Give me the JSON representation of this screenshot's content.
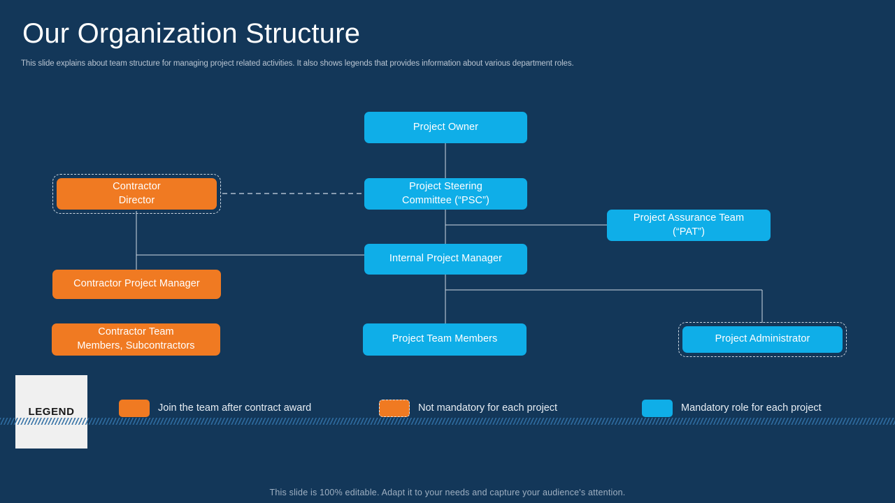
{
  "header": {
    "title": "Our Organization Structure",
    "subtitle": "This slide explains about team structure for managing project related activities. It also shows legends that provides information about various department roles."
  },
  "chart": {
    "nodes": [
      {
        "id": "project-owner",
        "label": "Project Owner",
        "color": "#0FAEE8",
        "style": "solid",
        "type": "blue"
      },
      {
        "id": "project-steering-committee",
        "label": "Project Steering\nCommittee (“PSC”)",
        "color": "#0FAEE8",
        "style": "solid",
        "type": "blue"
      },
      {
        "id": "contractor-director",
        "label": "Contractor\nDirector",
        "color": "#F07A22",
        "style": "dashed",
        "type": "orange"
      },
      {
        "id": "project-assurance-team",
        "label": "Project Assurance Team\n(“PAT”)",
        "color": "#0FAEE8",
        "style": "solid",
        "type": "blue"
      },
      {
        "id": "internal-project-manager",
        "label": "Internal  Project Manager",
        "color": "#0FAEE8",
        "style": "solid",
        "type": "blue"
      },
      {
        "id": "contractor-project-manager",
        "label": "Contractor Project Manager",
        "color": "#F07A22",
        "style": "solid",
        "type": "orange"
      },
      {
        "id": "contractor-team-members",
        "label": "Contractor Team\nMembers, Subcontractors",
        "color": "#F07A22",
        "style": "solid",
        "type": "orange"
      },
      {
        "id": "project-team-members",
        "label": "Project Team Members",
        "color": "#0FAEE8",
        "style": "solid",
        "type": "blue"
      },
      {
        "id": "project-administrator",
        "label": "Project Administrator",
        "color": "#0FAEE8",
        "style": "dashed",
        "type": "blue"
      }
    ]
  },
  "legend": {
    "box_label": "LEGEND",
    "items": [
      {
        "swatch": "orange",
        "label": "Join the team after contract award"
      },
      {
        "swatch": "orange-dashed",
        "label": "Not mandatory for each project"
      },
      {
        "swatch": "blue",
        "label": "Mandatory role for each project"
      }
    ]
  },
  "footer": {
    "note": "This slide is 100% editable. Adapt it to your needs and capture your audience's attention."
  },
  "colors": {
    "background": "#133759",
    "blue": "#0FAEE8",
    "orange": "#F07A22",
    "connector": "#cfd9e4",
    "legend_panel": "#f0f0f0"
  }
}
